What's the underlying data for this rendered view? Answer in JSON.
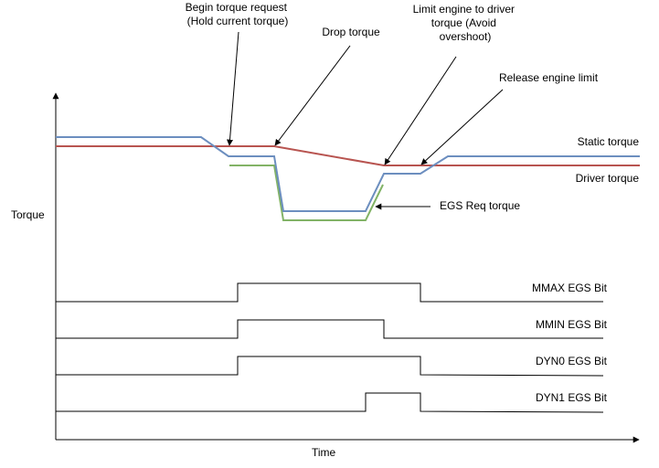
{
  "axes": {
    "y_label": "Torque",
    "x_label": "Time"
  },
  "annotations": {
    "begin_torque_request": [
      "Begin torque request",
      "(Hold current torque)"
    ],
    "drop_torque": "Drop torque",
    "limit_engine": [
      "Limit engine to driver",
      "torque (Avoid",
      "overshoot)"
    ],
    "release_engine_limit": "Release engine limit",
    "egs_req_torque": "EGS Req torque"
  },
  "series_labels": {
    "static_torque": "Static torque",
    "driver_torque": "Driver torque"
  },
  "signals": [
    {
      "id": "mmax",
      "label": "MMAX EGS Bit"
    },
    {
      "id": "mmin",
      "label": "MMIN EGS Bit"
    },
    {
      "id": "dyn0",
      "label": "DYN0 EGS Bit"
    },
    {
      "id": "dyn1",
      "label": "DYN1 EGS Bit"
    }
  ],
  "colors": {
    "static_torque": "#6c8ebf",
    "driver_torque": "#b85450",
    "egs_req_torque": "#82b366",
    "lines": "#000000"
  }
}
